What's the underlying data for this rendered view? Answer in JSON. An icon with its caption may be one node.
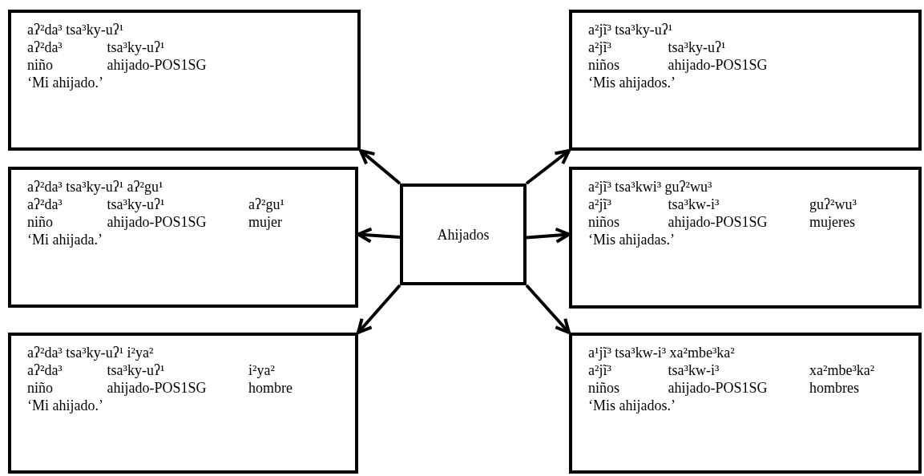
{
  "diagram": {
    "nodes": [
      {
        "text": [
          "aʔ²da³ tsa³ky-uʔ¹",
          "aʔ²da³ tsa³ky-uʔ¹",
          "niño ahijado-POS1SG",
          "‘Mi ahijado.’"
        ]
      },
      {
        "text": [
          "a²jĩ³ tsa³ky-uʔ¹",
          "a²jĩ³ tsa³ky-uʔ¹",
          "niños ahijado-POS1SG",
          "‘Mis ahijados.’"
        ]
      },
      {
        "text": [
          "aʔ²da³ tsa³ky-uʔ¹ aʔ²gu¹",
          "aʔ²da³ tsa³ky-uʔ¹ aʔ²gu¹",
          "niño ahijado-POS1SG mujer",
          "‘Mi ahijada.’"
        ]
      },
      {
        "text": [
          "Ahijados"
        ]
      },
      {
        "text": [
          "a²jĩ³ tsa³kwi³ guʔ²wu³",
          "a²jĩ³ tsa³kw-i³ guʔ²wu³",
          "niños ahijado-POS1SG mujeres",
          "‘Mis ahijadas.’"
        ]
      },
      {
        "text": [
          "aʔ²da³ tsa³ky-uʔ¹ i²ya²",
          "aʔ²da³ tsa³ky-uʔ¹ i²ya²",
          "niño ahijado-POS1SG hombre",
          "‘Mi ahijado.’"
        ]
      },
      {
        "text": [
          "a¹jĩ³ tsa³kw-i³ xa²mbe³ka²",
          "a²jĩ³ tsa³kw-i³ xa²mbe³ka²",
          "niños ahijado-POS1SG hombres",
          "‘Mis ahijados.’"
        ]
      }
    ],
    "edges": [
      {
        "from": 3,
        "to": 0,
        "arrow": "to"
      },
      {
        "from": 3,
        "to": 1,
        "arrow": "to"
      },
      {
        "from": 3,
        "to": 2,
        "arrow": "to"
      },
      {
        "from": 3,
        "to": 4,
        "arrow": "to"
      },
      {
        "from": 3,
        "to": 5,
        "arrow": "to"
      },
      {
        "from": 3,
        "to": 6,
        "arrow": "to"
      }
    ]
  }
}
